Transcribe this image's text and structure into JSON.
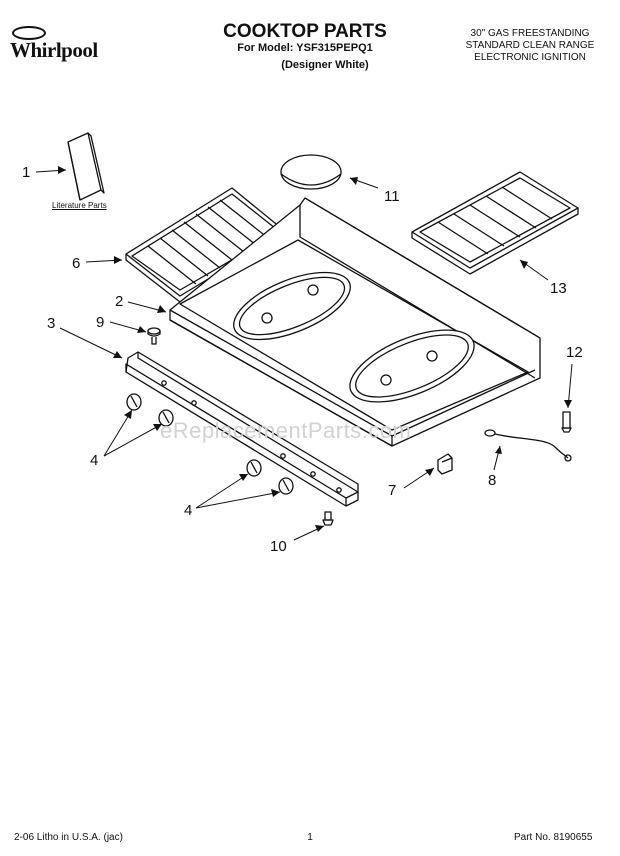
{
  "header": {
    "brand": "Whirlpool",
    "title": "COOKTOP PARTS",
    "model_line": "For Model: YSF315PEPQ1",
    "variant": "(Designer White)",
    "spec_lines": [
      "30\" GAS FREESTANDING",
      "STANDARD CLEAN RANGE",
      "ELECTRONIC IGNITION"
    ]
  },
  "diagram": {
    "literature_label": "Literature Parts",
    "watermark": "eReplacementParts.com",
    "callouts": [
      "1",
      "2",
      "3",
      "4",
      "4",
      "6",
      "7",
      "8",
      "9",
      "10",
      "11",
      "12",
      "13"
    ]
  },
  "footer": {
    "print_info": "2-06 Litho in U.S.A. (jac)",
    "page": "1",
    "part_no": "Part No. 8190655"
  }
}
